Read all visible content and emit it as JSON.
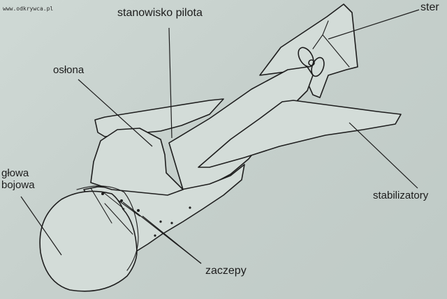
{
  "watermark": "www.odkrywca.pl",
  "labels": {
    "pilot": "stanowisko pilota",
    "ster": "ster",
    "oslona": "osłona",
    "glowa": "głowa bojowa",
    "stabilizatory": "stabilizatory",
    "zaczepy": "zaczepy"
  }
}
